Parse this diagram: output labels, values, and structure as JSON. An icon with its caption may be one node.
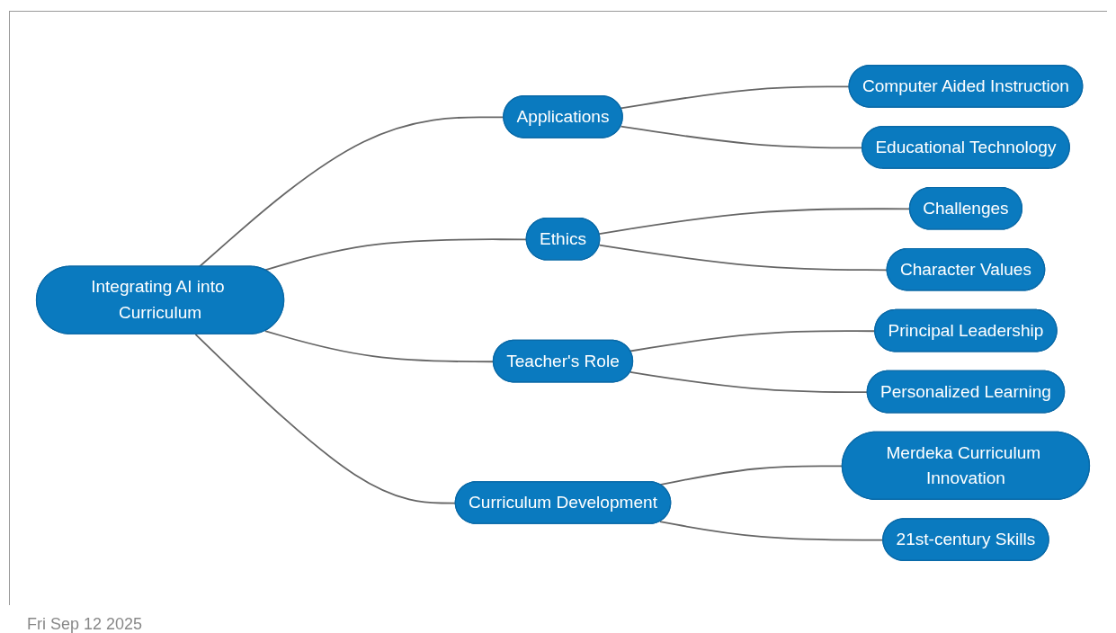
{
  "diagram": {
    "nodes": [
      {
        "text": [
          "Integrating AI into Curriculum"
        ]
      },
      {
        "text": [
          "Applications"
        ]
      },
      {
        "text": [
          "Computer Aided Instruction"
        ]
      },
      {
        "text": [
          "Educational Technology"
        ]
      },
      {
        "text": [
          "Ethics"
        ]
      },
      {
        "text": [
          "Challenges"
        ]
      },
      {
        "text": [
          "Character Values"
        ]
      },
      {
        "text": [
          "Teacher's Role"
        ]
      },
      {
        "text": [
          "Principal Leadership"
        ]
      },
      {
        "text": [
          "Personalized Learning"
        ]
      },
      {
        "text": [
          "Curriculum Development"
        ]
      },
      {
        "text": [
          "Merdeka Curriculum Innovation"
        ]
      },
      {
        "text": [
          "21st-century Skills"
        ]
      }
    ],
    "edges": [
      {
        "from": 0,
        "to": 1,
        "arrow": "none"
      },
      {
        "from": 0,
        "to": 4,
        "arrow": "none"
      },
      {
        "from": 0,
        "to": 7,
        "arrow": "none"
      },
      {
        "from": 0,
        "to": 10,
        "arrow": "none"
      },
      {
        "from": 1,
        "to": 2,
        "arrow": "none"
      },
      {
        "from": 1,
        "to": 3,
        "arrow": "none"
      },
      {
        "from": 4,
        "to": 5,
        "arrow": "none"
      },
      {
        "from": 4,
        "to": 6,
        "arrow": "none"
      },
      {
        "from": 7,
        "to": 8,
        "arrow": "none"
      },
      {
        "from": 7,
        "to": 9,
        "arrow": "none"
      },
      {
        "from": 10,
        "to": 11,
        "arrow": "none"
      },
      {
        "from": 10,
        "to": 12,
        "arrow": "none"
      }
    ],
    "labels": [
      "Fri Sep 12 2025"
    ]
  }
}
